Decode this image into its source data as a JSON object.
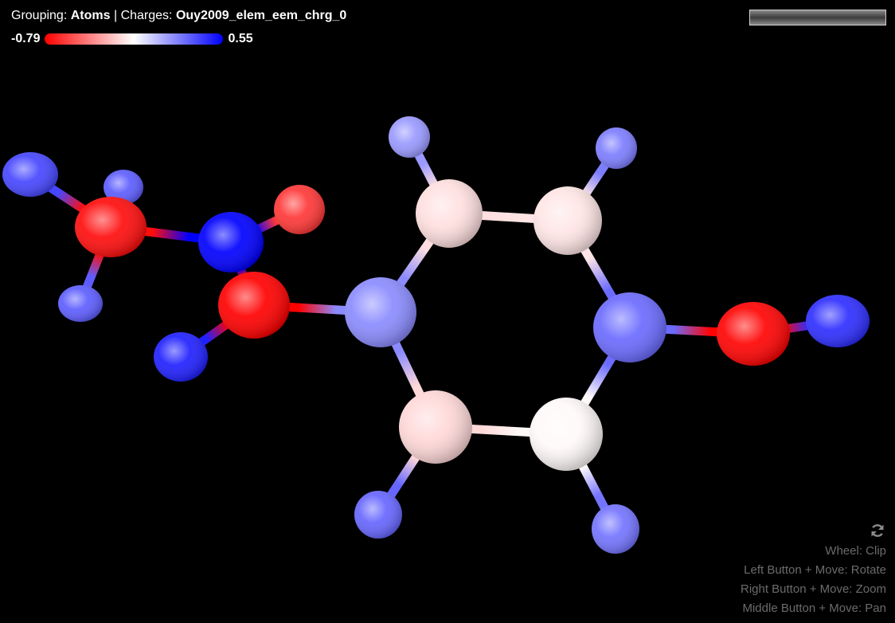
{
  "header": {
    "grouping_label": "Grouping:",
    "grouping_value": "Atoms",
    "separator": "|",
    "charges_label": "Charges:",
    "charges_value": "Ouy2009_elem_eem_chrg_0"
  },
  "legend": {
    "min": "-0.79",
    "max": "0.55",
    "colors": {
      "negative": "#ff0000",
      "neutral": "#ffffff",
      "positive": "#0000ff"
    }
  },
  "controls": {
    "reset_icon": "refresh-icon",
    "hints": [
      "Wheel: Clip",
      "Left Button + Move: Rotate",
      "Right Button + Move: Zoom",
      "Middle Button + Move: Pan"
    ]
  },
  "molecule": {
    "atoms": [
      {
        "charge": 0.4
      },
      {
        "charge": 0.35
      },
      {
        "charge": -0.75
      },
      {
        "charge": 0.55
      },
      {
        "charge": -0.62
      },
      {
        "charge": 0.35
      },
      {
        "charge": -0.79
      },
      {
        "charge": 0.48
      },
      {
        "charge": 0.25
      },
      {
        "charge": -0.1
      },
      {
        "charge": -0.08
      },
      {
        "charge": 0.22
      },
      {
        "charge": 0.28
      },
      {
        "charge": -0.78
      },
      {
        "charge": 0.45
      },
      {
        "charge": -0.12
      },
      {
        "charge": -0.02
      },
      {
        "charge": 0.32
      },
      {
        "charge": 0.33
      },
      {
        "charge": 0.3
      },
      {
        "charge": 0.3
      }
    ]
  }
}
